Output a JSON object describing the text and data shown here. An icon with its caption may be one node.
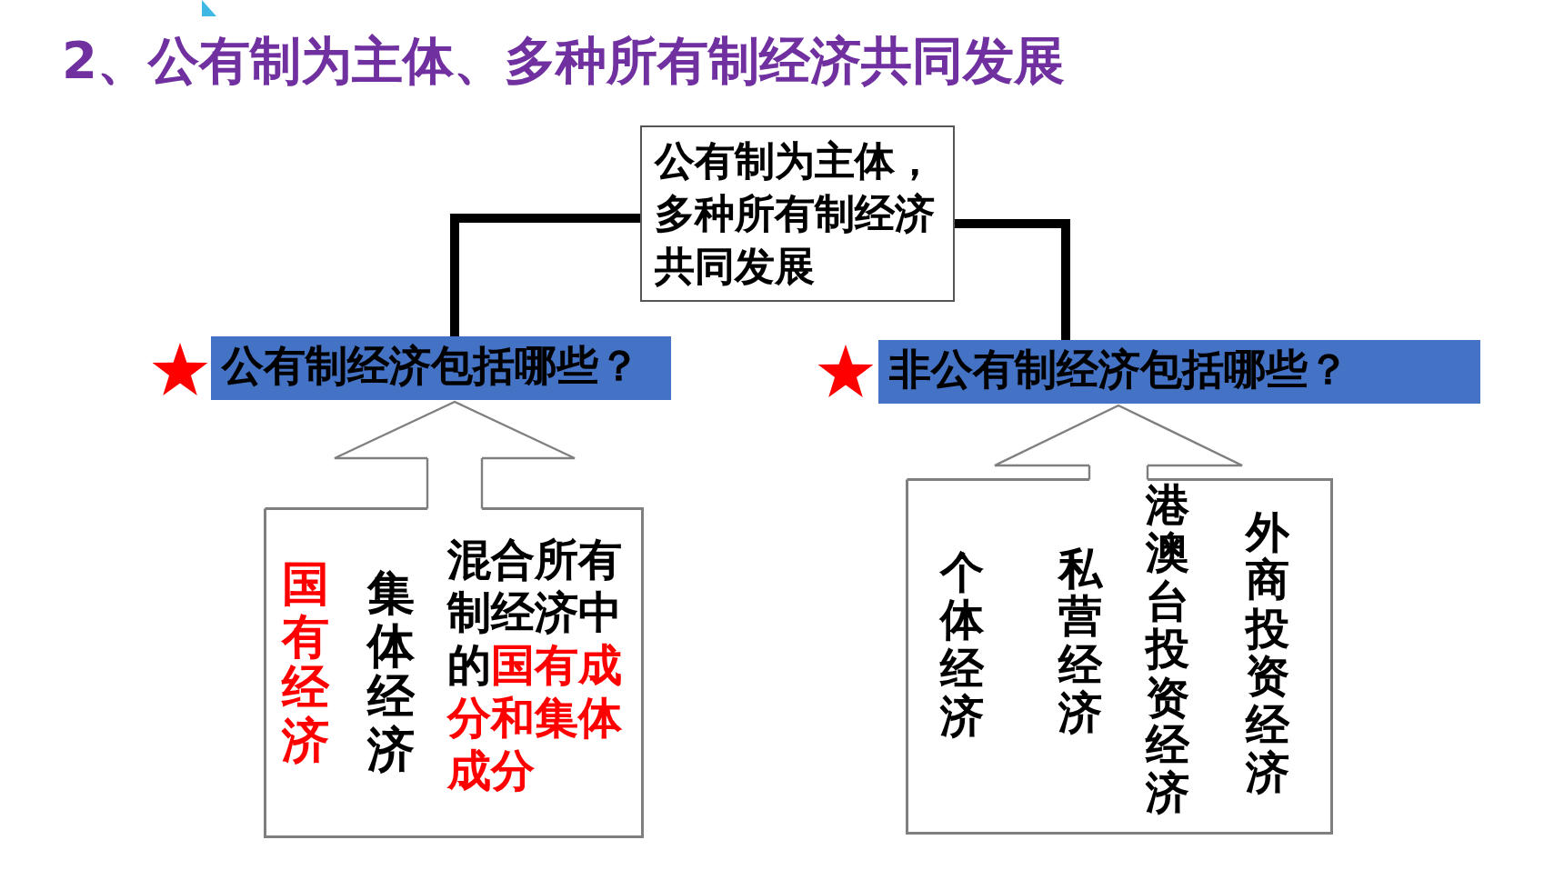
{
  "diagram": {
    "title": "2、公有制为主体、多种所有制经济共同发展",
    "nodes": [
      {
        "text": [
          "公有制为主体，多种所有制经济共同发展"
        ]
      },
      {
        "text": [
          "公有制经济包括哪些？"
        ]
      },
      {
        "text": [
          "非公有制经济包括哪些？"
        ]
      },
      {
        "text": [
          "国有经济",
          "集体经济",
          "混合所有制经济中的**国有成分和集体成分**"
        ]
      },
      {
        "text": [
          "个体经济",
          "私营经济",
          "港澳台投资经济",
          "外商投资经济"
        ]
      }
    ],
    "edges": [
      {
        "from": 0,
        "to": 1,
        "arrow": "none",
        "style": "thick"
      },
      {
        "from": 0,
        "to": 2,
        "arrow": "none",
        "style": "thick"
      },
      {
        "from": 3,
        "to": 1,
        "arrow": "to",
        "color": "#7f7f7f"
      },
      {
        "from": 4,
        "to": 2,
        "arrow": "to",
        "color": "#7f7f7f"
      }
    ]
  }
}
